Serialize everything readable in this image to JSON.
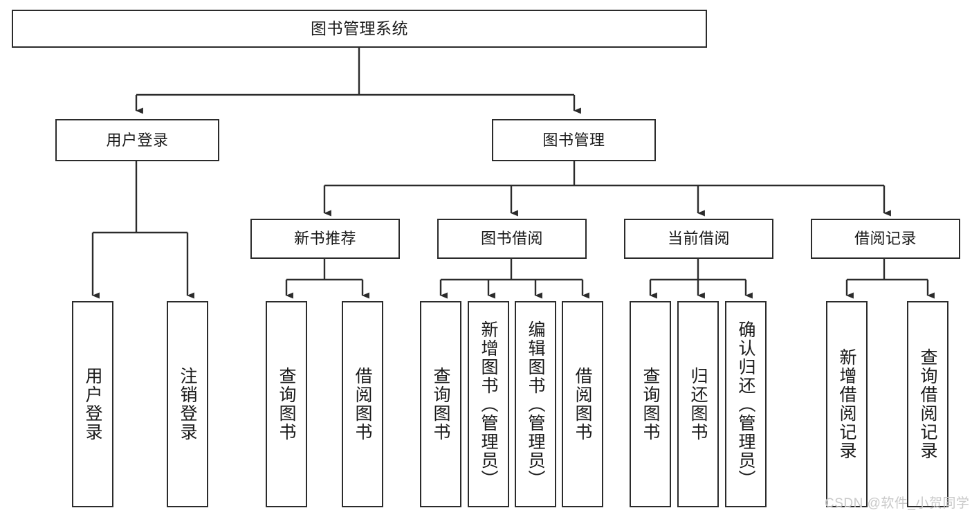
{
  "diagram": {
    "title": "图书管理系统",
    "root": {
      "label": "图书管理系统"
    },
    "branches": [
      {
        "label": "用户登录"
      },
      {
        "label": "图书管理"
      }
    ],
    "groups": [
      {
        "label": "新书推荐"
      },
      {
        "label": "图书借阅"
      },
      {
        "label": "当前借阅"
      },
      {
        "label": "借阅记录"
      }
    ],
    "leaves": {
      "user_login": [
        {
          "label": "用户登录"
        },
        {
          "label": "注销登录"
        }
      ],
      "new_book_recommend": [
        {
          "label": "查询图书"
        },
        {
          "label": "借阅图书"
        }
      ],
      "book_borrow": [
        {
          "label": "查询图书"
        },
        {
          "label": "新增图书（管理员）"
        },
        {
          "label": "编辑图书（管理员）"
        },
        {
          "label": "借阅图书"
        }
      ],
      "current_borrow": [
        {
          "label": "查询图书"
        },
        {
          "label": "归还图书"
        },
        {
          "label": "确认归还（管理员）"
        }
      ],
      "borrow_record": [
        {
          "label": "新增借阅记录"
        },
        {
          "label": "查询借阅记录"
        }
      ]
    }
  },
  "watermark": {
    "text": "CSDN @软件_小贺同学"
  },
  "colors": {
    "stroke": "#2b2b2b",
    "fill": "#ffffff",
    "text": "#1a1a1a",
    "watermark": "#c9c9c9"
  }
}
